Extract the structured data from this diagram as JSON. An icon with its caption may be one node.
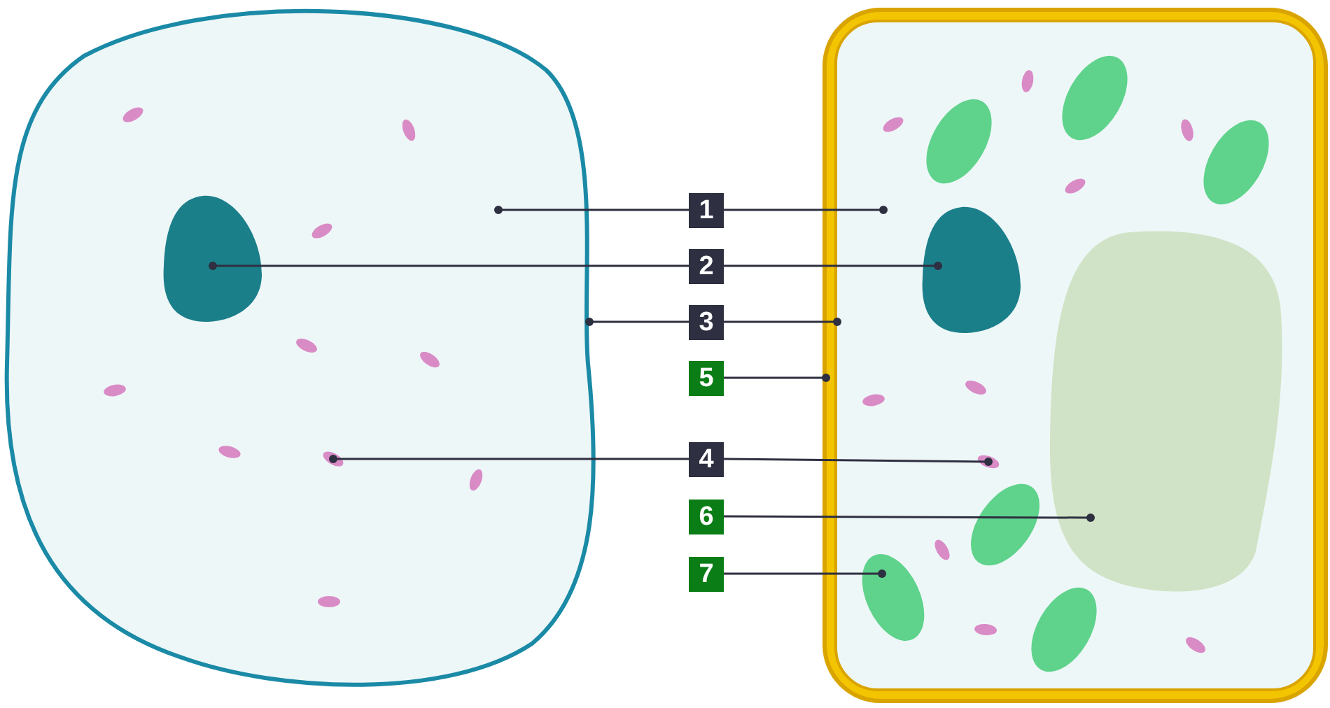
{
  "diagram": {
    "nodes": [
      {
        "text": [],
        "shape": "blob"
      },
      {
        "text": [],
        "shape": "blob",
        "in": 0
      },
      {
        "text": [],
        "shape": "ellipse",
        "in": 0
      },
      {
        "text": [],
        "shape": "box"
      },
      {
        "text": [],
        "shape": "box",
        "in": 3
      },
      {
        "text": [],
        "shape": "blob",
        "in": 4
      },
      {
        "text": [],
        "shape": "ellipse",
        "in": 4
      },
      {
        "text": [],
        "shape": "blob",
        "in": 4
      },
      {
        "text": [],
        "shape": "ellipse",
        "in": 4
      },
      {
        "text": [
          "1"
        ]
      },
      {
        "text": [
          "2"
        ]
      },
      {
        "text": [
          "3"
        ]
      },
      {
        "text": [
          "5"
        ]
      },
      {
        "text": [
          "4"
        ]
      },
      {
        "text": [
          "6"
        ]
      },
      {
        "text": [
          "7"
        ]
      },
      {
        "text": [],
        "shape": "ellipse",
        "in": 0
      },
      {
        "text": [],
        "shape": "ellipse",
        "in": 0
      },
      {
        "text": [],
        "shape": "ellipse",
        "in": 0
      },
      {
        "text": [],
        "shape": "ellipse",
        "in": 0
      },
      {
        "text": [],
        "shape": "ellipse",
        "in": 0
      },
      {
        "text": [],
        "shape": "ellipse",
        "in": 0
      },
      {
        "text": [],
        "shape": "ellipse",
        "in": 0
      },
      {
        "text": [],
        "shape": "ellipse",
        "in": 0
      },
      {
        "text": [],
        "shape": "ellipse",
        "in": 0
      },
      {
        "text": [],
        "shape": "ellipse",
        "in": 4
      },
      {
        "text": [],
        "shape": "ellipse",
        "in": 4
      },
      {
        "text": [],
        "shape": "ellipse",
        "in": 4
      },
      {
        "text": [],
        "shape": "ellipse",
        "in": 4
      },
      {
        "text": [],
        "shape": "ellipse",
        "in": 4
      },
      {
        "text": [],
        "shape": "ellipse",
        "in": 4
      },
      {
        "text": [],
        "shape": "ellipse",
        "in": 4
      },
      {
        "text": [],
        "shape": "ellipse",
        "in": 4
      },
      {
        "text": [],
        "shape": "ellipse",
        "in": 4
      },
      {
        "text": [],
        "shape": "ellipse",
        "in": 4
      },
      {
        "text": [],
        "shape": "ellipse",
        "in": 4
      },
      {
        "text": [],
        "shape": "ellipse",
        "in": 4
      },
      {
        "text": [],
        "shape": "ellipse",
        "in": 4
      },
      {
        "text": [],
        "shape": "ellipse",
        "in": 4
      }
    ],
    "edges": [
      {
        "from": 9,
        "to": 0,
        "arrow": "other"
      },
      {
        "from": 9,
        "to": 4,
        "arrow": "other"
      },
      {
        "from": 10,
        "to": 1,
        "arrow": "other"
      },
      {
        "from": 10,
        "to": 5,
        "arrow": "other"
      },
      {
        "from": 11,
        "to": 0,
        "arrow": "other"
      },
      {
        "from": 11,
        "to": 4,
        "arrow": "other"
      },
      {
        "from": 12,
        "to": 3,
        "arrow": "other"
      },
      {
        "from": 13,
        "to": 2,
        "arrow": "other"
      },
      {
        "from": 13,
        "to": 6,
        "arrow": "other"
      },
      {
        "from": 14,
        "to": 7,
        "arrow": "other"
      },
      {
        "from": 15,
        "to": 8,
        "arrow": "other"
      }
    ]
  }
}
